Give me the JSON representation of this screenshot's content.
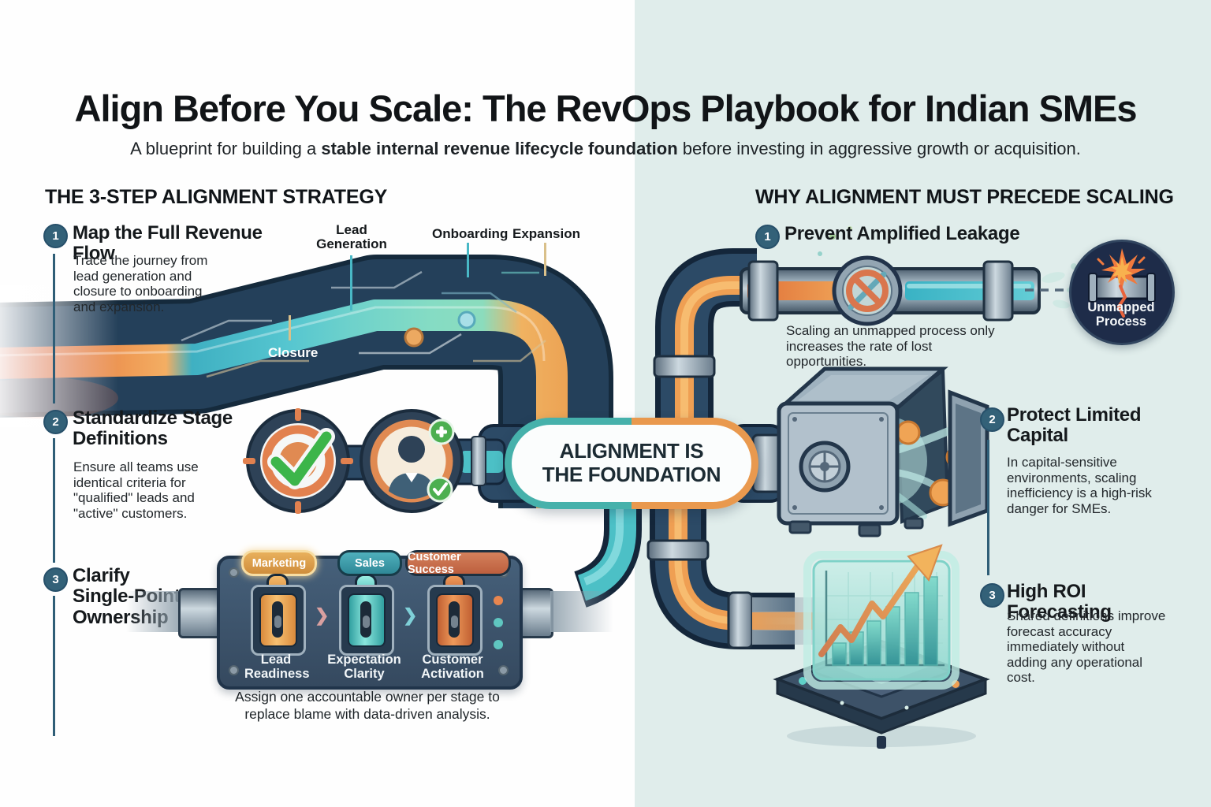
{
  "header": {
    "title": "Align Before You Scale: The RevOps Playbook for Indian SMEs",
    "subtitle_prefix": "A blueprint for building a ",
    "subtitle_bold": "stable internal revenue lifecycle foundation",
    "subtitle_suffix": " before investing in aggressive growth or acquisition."
  },
  "strategy": {
    "header": "THE 3-STEP ALIGNMENT STRATEGY",
    "steps": [
      {
        "num": "1",
        "title": "Map the Full Revenue Flow",
        "desc": "Trace the journey from lead generation and closure to onboarding and expansion."
      },
      {
        "num": "2",
        "title": "Standardize Stage Definitions",
        "desc": "Ensure all teams use identical criteria for \"qualified\" leads and \"active\" customers."
      },
      {
        "num": "3",
        "title": "Clarify Single-Point Ownership",
        "desc": ""
      }
    ],
    "flow_labels": {
      "lead_generation": "Lead Generation",
      "onboarding": "Onboarding",
      "expansion": "Expansion",
      "closure": "Closure"
    }
  },
  "ownership_panel": {
    "pills": [
      {
        "label": "Marketing"
      },
      {
        "label": "Sales"
      },
      {
        "label": "Customer Success"
      }
    ],
    "switches": [
      {
        "label": "Lead Readiness"
      },
      {
        "label": "Expectation Clarity"
      },
      {
        "label": "Customer Activation"
      }
    ],
    "caption": "Assign one accountable owner per stage to replace blame with data-driven analysis."
  },
  "center": {
    "capsule_line1": "ALIGNMENT IS",
    "capsule_line2": "THE FOUNDATION"
  },
  "scaling": {
    "header": "WHY ALIGNMENT MUST PRECEDE SCALING",
    "steps": [
      {
        "num": "1",
        "title": "Prevent Amplified Leakage",
        "desc": "Scaling an unmapped process only increases the rate of lost opportunities."
      },
      {
        "num": "2",
        "title": "Protect Limited Capital",
        "desc": "In capital-sensitive environments, scaling inefficiency is a high-risk danger for SMEs."
      },
      {
        "num": "3",
        "title": "High ROI Forecasting",
        "desc": "Shared definitions improve forecast accuracy immediately without adding any operational cost."
      }
    ],
    "unmapped_label": "Unmapped Process",
    "coin_symbol": "$"
  },
  "colors": {
    "bg_right": "#e0edeb",
    "band_navy": "#24405a",
    "accent_teal": "#41b6c4",
    "accent_mint": "#85dcc4",
    "accent_orange": "#ef9b55",
    "accent_red": "#cc5a40",
    "badge_blue": "#336178",
    "success_green": "#3cb54a",
    "unmapped_navy": "#1e2c49"
  }
}
